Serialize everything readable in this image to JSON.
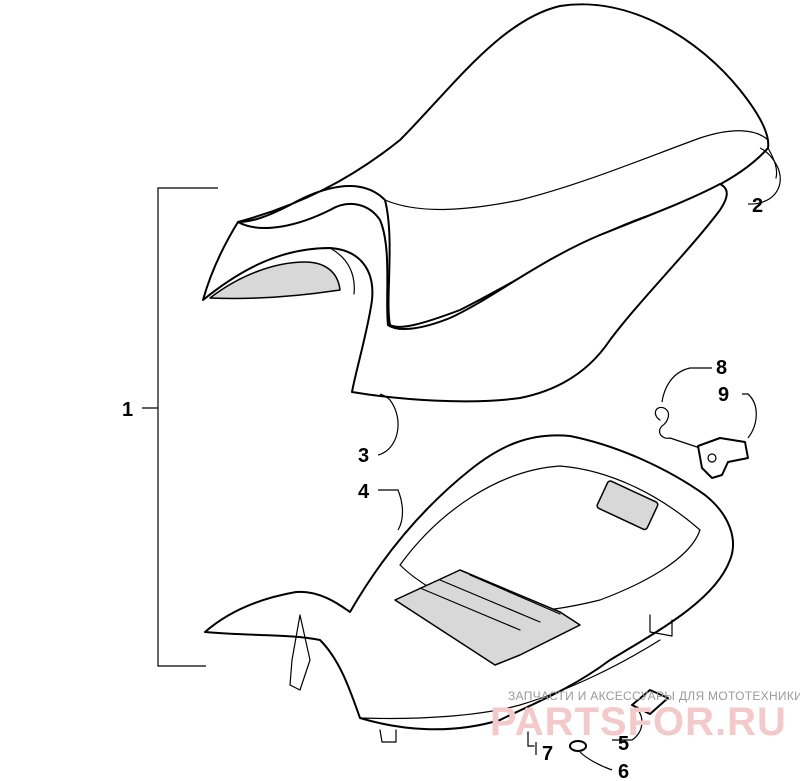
{
  "callouts": {
    "c1": "1",
    "c2": "2",
    "c3": "3",
    "c4": "4",
    "c5": "5",
    "c6": "6",
    "c7": "7",
    "c8": "8",
    "c9": "9"
  },
  "watermark": {
    "tagline": "ЗАПЧАСТИ И АКСЕССУАРЫ ДЛЯ МОТОТЕХНИКИ",
    "brand": "PARTSFOR.RU"
  },
  "colors": {
    "line": "#000000",
    "watermark_text": "#f4c9c9"
  }
}
